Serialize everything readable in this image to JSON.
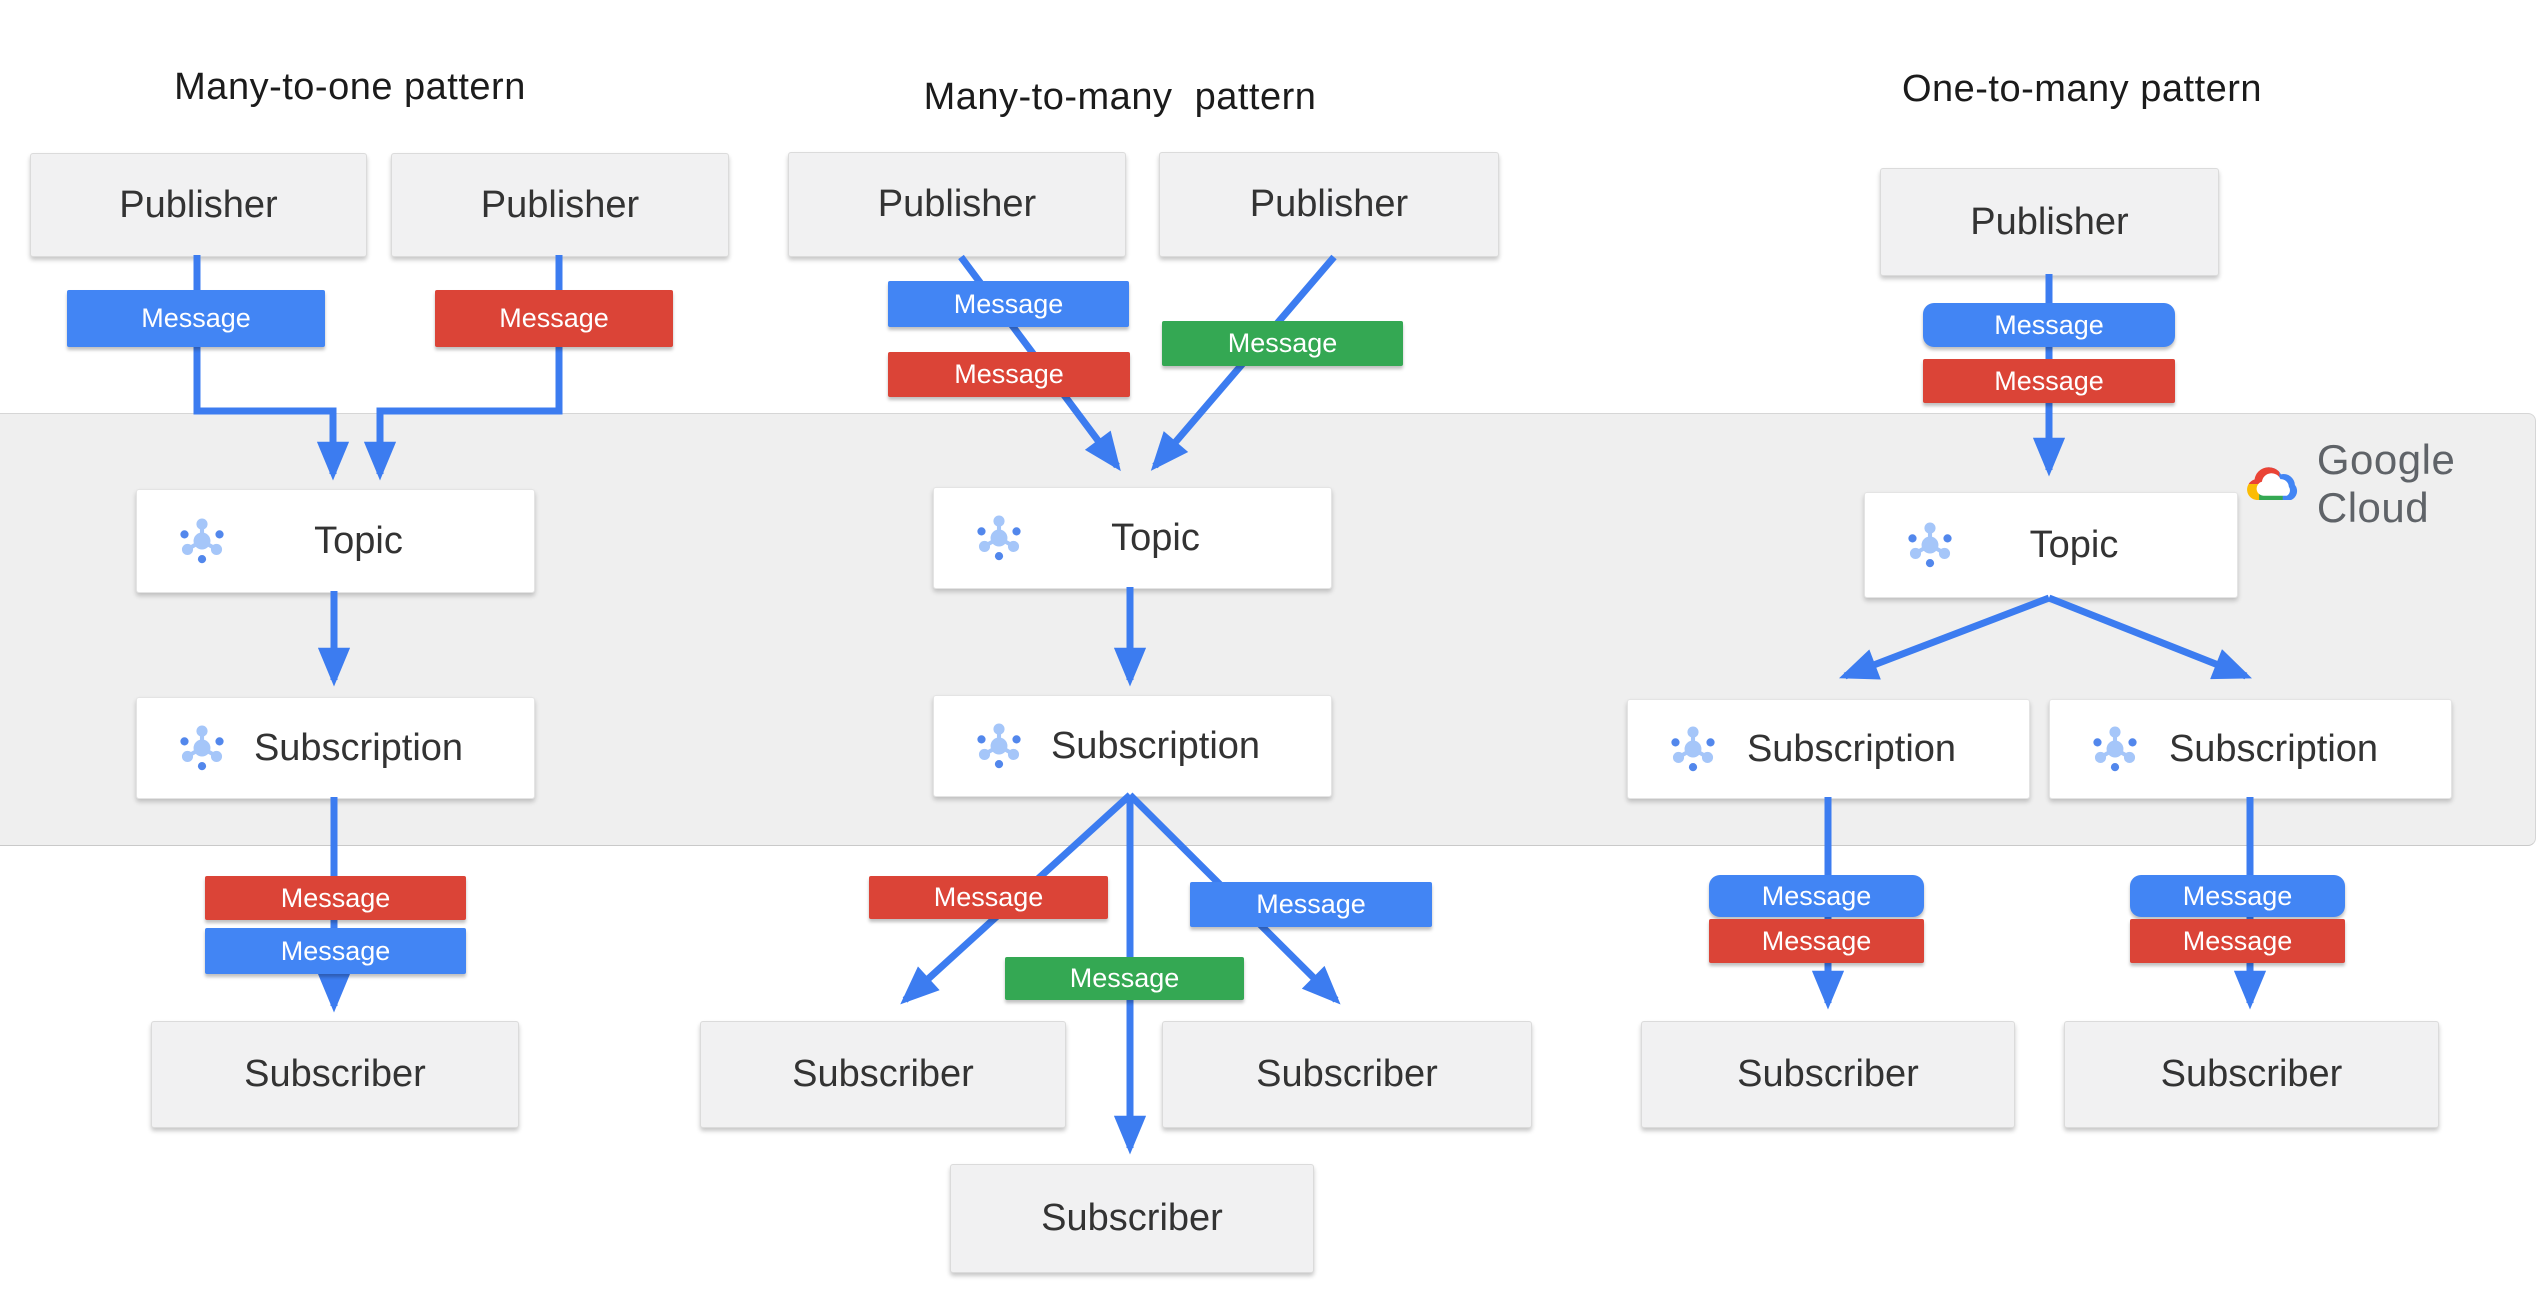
{
  "patterns": [
    {
      "title": "Many-to-one pattern",
      "publishers": [
        "Publisher",
        "Publisher"
      ],
      "topic": "Topic",
      "subscriptions": [
        "Subscription"
      ],
      "subscribers": [
        "Subscriber"
      ],
      "messages_top_colors": [
        "blue",
        "red"
      ],
      "messages_bottom_colors": [
        "red",
        "blue"
      ]
    },
    {
      "title": "Many-to-many  pattern",
      "publishers": [
        "Publisher",
        "Publisher"
      ],
      "topic": "Topic",
      "subscriptions": [
        "Subscription"
      ],
      "subscribers": [
        "Subscriber",
        "Subscriber",
        "Subscriber"
      ],
      "messages_top_colors": [
        "blue",
        "red",
        "green"
      ],
      "messages_bottom_colors": [
        "red",
        "green",
        "blue"
      ]
    },
    {
      "title": "One-to-many pattern",
      "publishers": [
        "Publisher"
      ],
      "topic": "Topic",
      "subscriptions": [
        "Subscription",
        "Subscription"
      ],
      "subscribers": [
        "Subscriber",
        "Subscriber"
      ],
      "messages_top_colors": [
        "blue",
        "red"
      ],
      "messages_bottom_colors": [
        "blue",
        "red",
        "blue",
        "red"
      ]
    }
  ],
  "labels": {
    "publisher": "Publisher",
    "topic": "Topic",
    "subscription": "Subscription",
    "subscriber": "Subscriber",
    "message": "Message"
  },
  "brand": {
    "text": "Google Cloud",
    "icon": "google-cloud-logo"
  },
  "icons": {
    "pubsub": "pubsub-icon"
  },
  "colors": {
    "message_blue": "#4285F4",
    "message_red": "#DB4437",
    "message_green": "#34A853",
    "arrow_blue": "#3C7CF0",
    "band_gray": "#EFEFEF",
    "node_gray": "#F1F1F2",
    "brand_text_gray": "#5F6368",
    "pubsub_light_blue": "#A5C6F9",
    "pubsub_dark_blue": "#5287EC"
  }
}
